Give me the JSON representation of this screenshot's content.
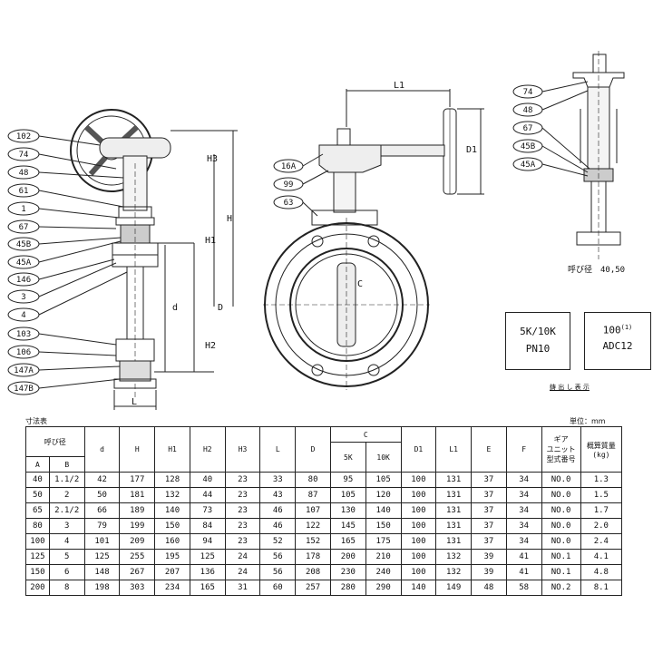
{
  "callouts_left": [
    "102",
    "74",
    "48",
    "61",
    "1",
    "67",
    "45B",
    "45A",
    "146",
    "3",
    "4",
    "103",
    "106",
    "147A",
    "147B"
  ],
  "callouts_center": [
    "16A",
    "99",
    "63"
  ],
  "callouts_right": [
    "74",
    "48",
    "67",
    "45B",
    "45A"
  ],
  "dims": {
    "H3": "H3",
    "H": "H",
    "H1": "H1",
    "D": "D",
    "d": "d",
    "H2": "H2",
    "L": "L",
    "L1": "L1",
    "D1": "D1",
    "C": "C"
  },
  "side_view_caption": "呼び径　40,50",
  "legend": {
    "box1_line1": "5K/10K",
    "box1_line2": "PN10",
    "box2_line1": "100",
    "box2_sup": "(1)",
    "box2_line2": "ADC12",
    "mark_caption": "鋳 出 し 表 示"
  },
  "table": {
    "title": "寸法表",
    "unit": "単位：mm",
    "header": {
      "nominal": "呼び径",
      "A": "A",
      "B": "B",
      "d": "d",
      "H": "H",
      "H1": "H1",
      "H2": "H2",
      "H3": "H3",
      "L": "L",
      "D": "D",
      "C": "C",
      "C5K": "5K",
      "C10K": "10K",
      "D1": "D1",
      "L1": "L1",
      "E": "E",
      "F": "F",
      "gear_l1": "ギア",
      "gear_l2": "ユニット",
      "gear_l3": "型式番号",
      "mass_l1": "概算質量",
      "mass_l2": "(kg)"
    },
    "rows": [
      [
        "40",
        "1.1/2",
        "42",
        "177",
        "128",
        "40",
        "23",
        "33",
        "80",
        "95",
        "105",
        "100",
        "131",
        "37",
        "34",
        "NO.0",
        "1.3"
      ],
      [
        "50",
        "2",
        "50",
        "181",
        "132",
        "44",
        "23",
        "43",
        "87",
        "105",
        "120",
        "100",
        "131",
        "37",
        "34",
        "NO.0",
        "1.5"
      ],
      [
        "65",
        "2.1/2",
        "66",
        "189",
        "140",
        "73",
        "23",
        "46",
        "107",
        "130",
        "140",
        "100",
        "131",
        "37",
        "34",
        "NO.0",
        "1.7"
      ],
      [
        "80",
        "3",
        "79",
        "199",
        "150",
        "84",
        "23",
        "46",
        "122",
        "145",
        "150",
        "100",
        "131",
        "37",
        "34",
        "NO.0",
        "2.0"
      ],
      [
        "100",
        "4",
        "101",
        "209",
        "160",
        "94",
        "23",
        "52",
        "152",
        "165",
        "175",
        "100",
        "131",
        "37",
        "34",
        "NO.0",
        "2.4"
      ],
      [
        "125",
        "5",
        "125",
        "255",
        "195",
        "125",
        "24",
        "56",
        "178",
        "200",
        "210",
        "100",
        "132",
        "39",
        "41",
        "NO.1",
        "4.1"
      ],
      [
        "150",
        "6",
        "148",
        "267",
        "207",
        "136",
        "24",
        "56",
        "208",
        "230",
        "240",
        "100",
        "132",
        "39",
        "41",
        "NO.1",
        "4.8"
      ],
      [
        "200",
        "8",
        "198",
        "303",
        "234",
        "165",
        "31",
        "60",
        "257",
        "280",
        "290",
        "140",
        "149",
        "48",
        "58",
        "NO.2",
        "8.1"
      ]
    ]
  }
}
